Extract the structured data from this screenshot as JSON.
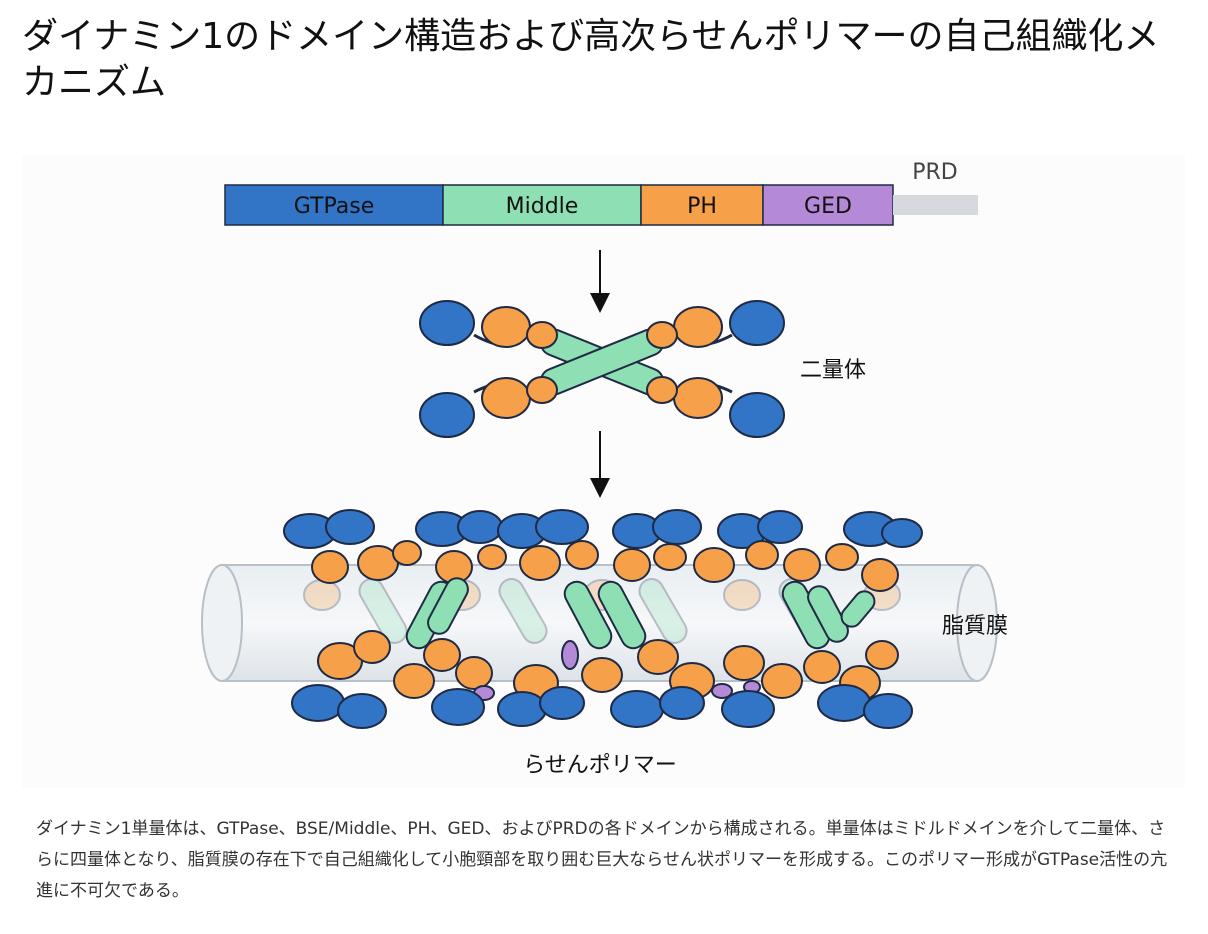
{
  "title": "ダイナミン1のドメイン構造および高次らせんポリマーの自己組織化メカニズム",
  "domains": {
    "gtpase": "GTPase",
    "middle": "Middle",
    "ph": "PH",
    "ged": "GED",
    "prd": "PRD"
  },
  "labels": {
    "dimer": "二量体",
    "membrane": "脂質膜",
    "polymer": "らせんポリマー"
  },
  "caption": "ダイナミン1単量体は、GTPase、BSE/Middle、PH、GED、およびPRDの各ドメインから構成される。単量体はミドルドメインを介して二量体、さらに四量体となり、脂質膜の存在下で自己組織化して小胞頸部を取り囲む巨大ならせん状ポリマーを形成する。このポリマー形成がGTPase活性の亢進に不可欠である。",
  "colors": {
    "gtpase": "#3274c6",
    "middle": "#8fdfb4",
    "ph": "#f6a04a",
    "ged": "#b48ad8",
    "prd": "#d6dadf",
    "outline": "#1f2a44"
  }
}
